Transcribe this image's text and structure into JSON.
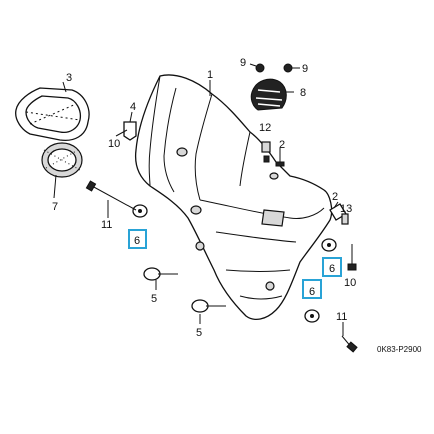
{
  "diagram_code": "0K83-P2900",
  "callouts": [
    {
      "id": "c1",
      "text": "1"
    },
    {
      "id": "c2",
      "text": "2"
    },
    {
      "id": "c2b",
      "text": "2"
    },
    {
      "id": "c3",
      "text": "3"
    },
    {
      "id": "c4",
      "text": "4"
    },
    {
      "id": "c5a",
      "text": "5"
    },
    {
      "id": "c5b",
      "text": "5"
    },
    {
      "id": "c6a",
      "text": "6"
    },
    {
      "id": "c6b",
      "text": "6"
    },
    {
      "id": "c6c",
      "text": "6"
    },
    {
      "id": "c7",
      "text": "7"
    },
    {
      "id": "c8",
      "text": "8"
    },
    {
      "id": "c9a",
      "text": "9"
    },
    {
      "id": "c9b",
      "text": "9"
    },
    {
      "id": "c10a",
      "text": "10"
    },
    {
      "id": "c10b",
      "text": "10"
    },
    {
      "id": "c11a",
      "text": "11"
    },
    {
      "id": "c11b",
      "text": "11"
    },
    {
      "id": "c12",
      "text": "12"
    },
    {
      "id": "c13",
      "text": "13"
    }
  ],
  "highlight_color": "#29a3d6"
}
